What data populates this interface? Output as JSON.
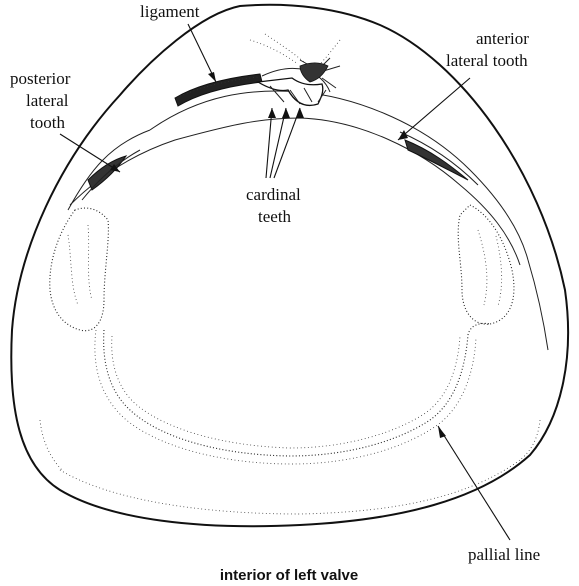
{
  "labels": {
    "ligament": "ligament",
    "anterior_line1": "anterior",
    "anterior_line2": "lateral tooth",
    "posterior_line1": "posterior",
    "posterior_line2": "lateral",
    "posterior_line3": "tooth",
    "cardinal_line1": "cardinal",
    "cardinal_line2": "teeth",
    "pallial": "pallial line"
  },
  "caption": "interior of left valve"
}
